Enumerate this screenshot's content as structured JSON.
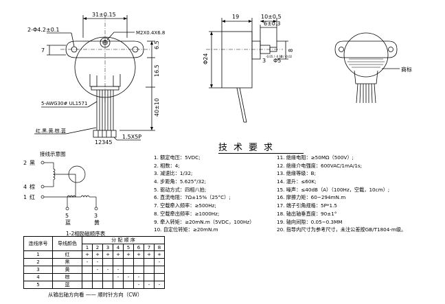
{
  "front_view": {
    "width_dim": "31±0.15",
    "holes_label": "2-Φ4.2±0.1",
    "screw_label": "M2X0.4X6.8",
    "dim_7": "7",
    "dim_6_5": "6.5",
    "dim_16_5": "16.5",
    "dim_40": "40±10",
    "wire_label": "5-AWG30# UL1571",
    "wire_colors": "红.黑.黄.棕.蓝",
    "pin_numbers": "12345",
    "connector_label": "1.5X5P"
  },
  "side_view": {
    "dim_19": "19",
    "dim_10": "10±0.5",
    "dim_6": "6±0.3",
    "dim_3": "3",
    "dim_3_tol": "-0.05 / -0.10",
    "dim_5": "Φ5",
    "dim_5_tol": "-0 / -0.02",
    "dim_24": "Φ24",
    "dim_8": "8"
  },
  "label_tag": "商标",
  "wiring": {
    "title": "接线示意图",
    "wires": [
      {
        "num": "2",
        "color": "黑"
      },
      {
        "num": "4",
        "color": "棕"
      },
      {
        "num": "1",
        "color": "红"
      }
    ],
    "bottom": [
      {
        "num": "5",
        "color": "蓝"
      },
      {
        "num": "3",
        "color": "黄"
      }
    ]
  },
  "spec_title": "技术要求",
  "specs_left": [
    "1. 额定电压：5VDC;",
    "2. 相数：4;",
    "3. 减速比：1/32;",
    "4. 步距角：5.625°/32;",
    "5. 驱动方式：四相八拍;",
    "6. 直流电阻：7Ω±15%（25°C）;",
    "7. 空载牵入频率：≥500Hz;",
    "8. 空载牵出频率：≥1000Hz;",
    "9. 牵入转矩：≥20mN.m（5VDC，100Hz）",
    "10. 自定位转矩：≥20mN.m"
  ],
  "specs_right": [
    "11. 绝缘电阻：≥50MΩ（500V）;",
    "12. 绝缘介电强度：600VAC/1mA/1s;",
    "13. 绝缘等级：B;",
    "14. 温升：≤60K;",
    "15. 噪声：≤40dB（A）（100Hz，空载，10cm）;",
    "16. 摩擦力矩：60~294mN.m",
    "17. 端子引角规格：5P*1.5",
    "18. 轴出轴垂直度：90±1°",
    "19. 轴向间隙：0.05~0.3MM",
    "20. 指导内尺寸为参考尺寸，未注公差按GB/T1804-m级。"
  ],
  "sequence_table": {
    "caption": "1-2相励磁顺序表",
    "header_wire": "连线序号",
    "header_color": "导线颜色",
    "header_steps": "分 配 顺 序",
    "steps": [
      "1",
      "2",
      "3",
      "4",
      "5",
      "6",
      "7",
      "8"
    ],
    "rows": [
      {
        "num": "1",
        "color": "红",
        "cells": [
          "+",
          "+",
          "+",
          "+",
          "+",
          "+",
          "+",
          "+"
        ]
      },
      {
        "num": "2",
        "color": "黑",
        "cells": [
          "-",
          "-",
          "",
          "",
          "",
          "",
          "",
          "-"
        ]
      },
      {
        "num": "3",
        "color": "黄",
        "cells": [
          "",
          "-",
          "-",
          "-",
          "",
          "",
          "",
          ""
        ]
      },
      {
        "num": "4",
        "color": "棕",
        "cells": [
          "",
          "",
          "",
          "-",
          "-",
          "-",
          "",
          ""
        ]
      },
      {
        "num": "5",
        "color": "蓝",
        "cells": [
          "",
          "",
          "",
          "",
          "",
          "-",
          "-",
          "-"
        ]
      }
    ]
  },
  "bottom_note": "从输出轴方向看 —— 顺时针方向（CW）"
}
